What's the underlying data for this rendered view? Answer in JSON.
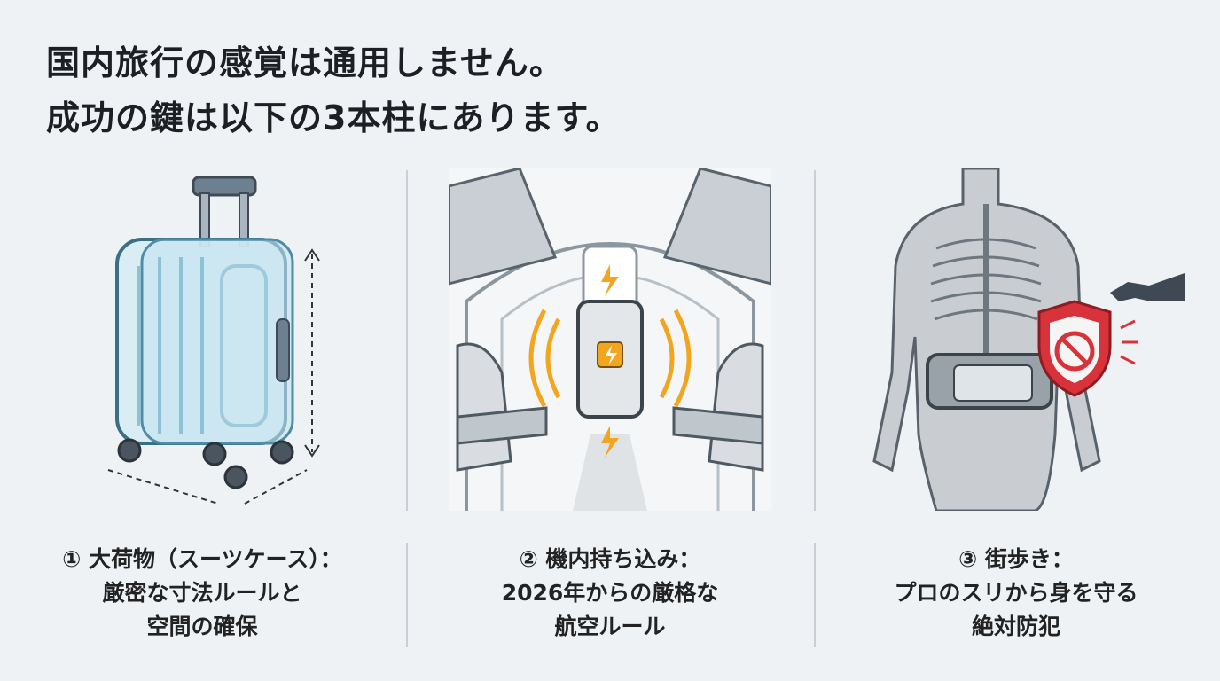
{
  "headline": {
    "line1": "国内旅行の感覚は通用しません。",
    "line2": "成功の鍵は以下の3本柱にあります。"
  },
  "pillars": [
    {
      "icon": "suitcase-icon",
      "caption_line1": "① 大荷物（スーツケース）：",
      "caption_line2": "厳密な寸法ルールと",
      "caption_line3": "空間の確保"
    },
    {
      "icon": "airplane-cabin-phone-icon",
      "caption_line1": "② 機内持ち込み：",
      "caption_line2": "2026年からの厳格な",
      "caption_line3": "航空ルール"
    },
    {
      "icon": "pickpocket-shield-icon",
      "caption_line1": "③ 街歩き：",
      "caption_line2": "プロのスリから身を守る",
      "caption_line3": "絶対防犯"
    }
  ],
  "colors": {
    "background": "#eef2f5",
    "suitcase_accent": "#5aa7c9",
    "battery_accent": "#f2a51f",
    "warning_red": "#d8323a"
  }
}
